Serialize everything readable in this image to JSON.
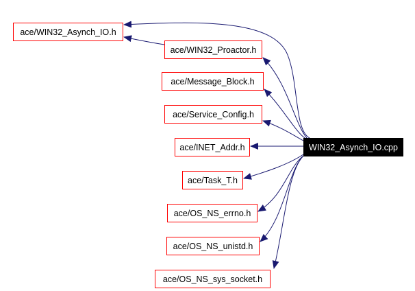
{
  "diagram": {
    "type": "include-dependency-graph",
    "colors": {
      "edge": "#191970",
      "node_border": "#ff0000",
      "node_fill": "#ffffff",
      "node_text": "#000000",
      "root_fill": "#000000",
      "root_text": "#ffffff"
    },
    "root": {
      "id": "root",
      "label": "WIN32_Asynch_IO.cpp"
    },
    "nodes": [
      {
        "id": "asynch_io_h",
        "label": "ace/WIN32_Asynch_IO.h"
      },
      {
        "id": "proactor_h",
        "label": "ace/WIN32_Proactor.h"
      },
      {
        "id": "message_block_h",
        "label": "ace/Message_Block.h"
      },
      {
        "id": "service_config_h",
        "label": "ace/Service_Config.h"
      },
      {
        "id": "inet_addr_h",
        "label": "ace/INET_Addr.h"
      },
      {
        "id": "task_t_h",
        "label": "ace/Task_T.h"
      },
      {
        "id": "os_ns_errno_h",
        "label": "ace/OS_NS_errno.h"
      },
      {
        "id": "os_ns_unistd_h",
        "label": "ace/OS_NS_unistd.h"
      },
      {
        "id": "os_ns_sys_socket_h",
        "label": "ace/OS_NS_sys_socket.h"
      }
    ],
    "edges": [
      {
        "from": "root",
        "to": "asynch_io_h"
      },
      {
        "from": "root",
        "to": "proactor_h"
      },
      {
        "from": "proactor_h",
        "to": "asynch_io_h"
      },
      {
        "from": "root",
        "to": "message_block_h"
      },
      {
        "from": "root",
        "to": "service_config_h"
      },
      {
        "from": "root",
        "to": "inet_addr_h"
      },
      {
        "from": "root",
        "to": "task_t_h"
      },
      {
        "from": "root",
        "to": "os_ns_errno_h"
      },
      {
        "from": "root",
        "to": "os_ns_unistd_h"
      },
      {
        "from": "root",
        "to": "os_ns_sys_socket_h"
      }
    ]
  }
}
